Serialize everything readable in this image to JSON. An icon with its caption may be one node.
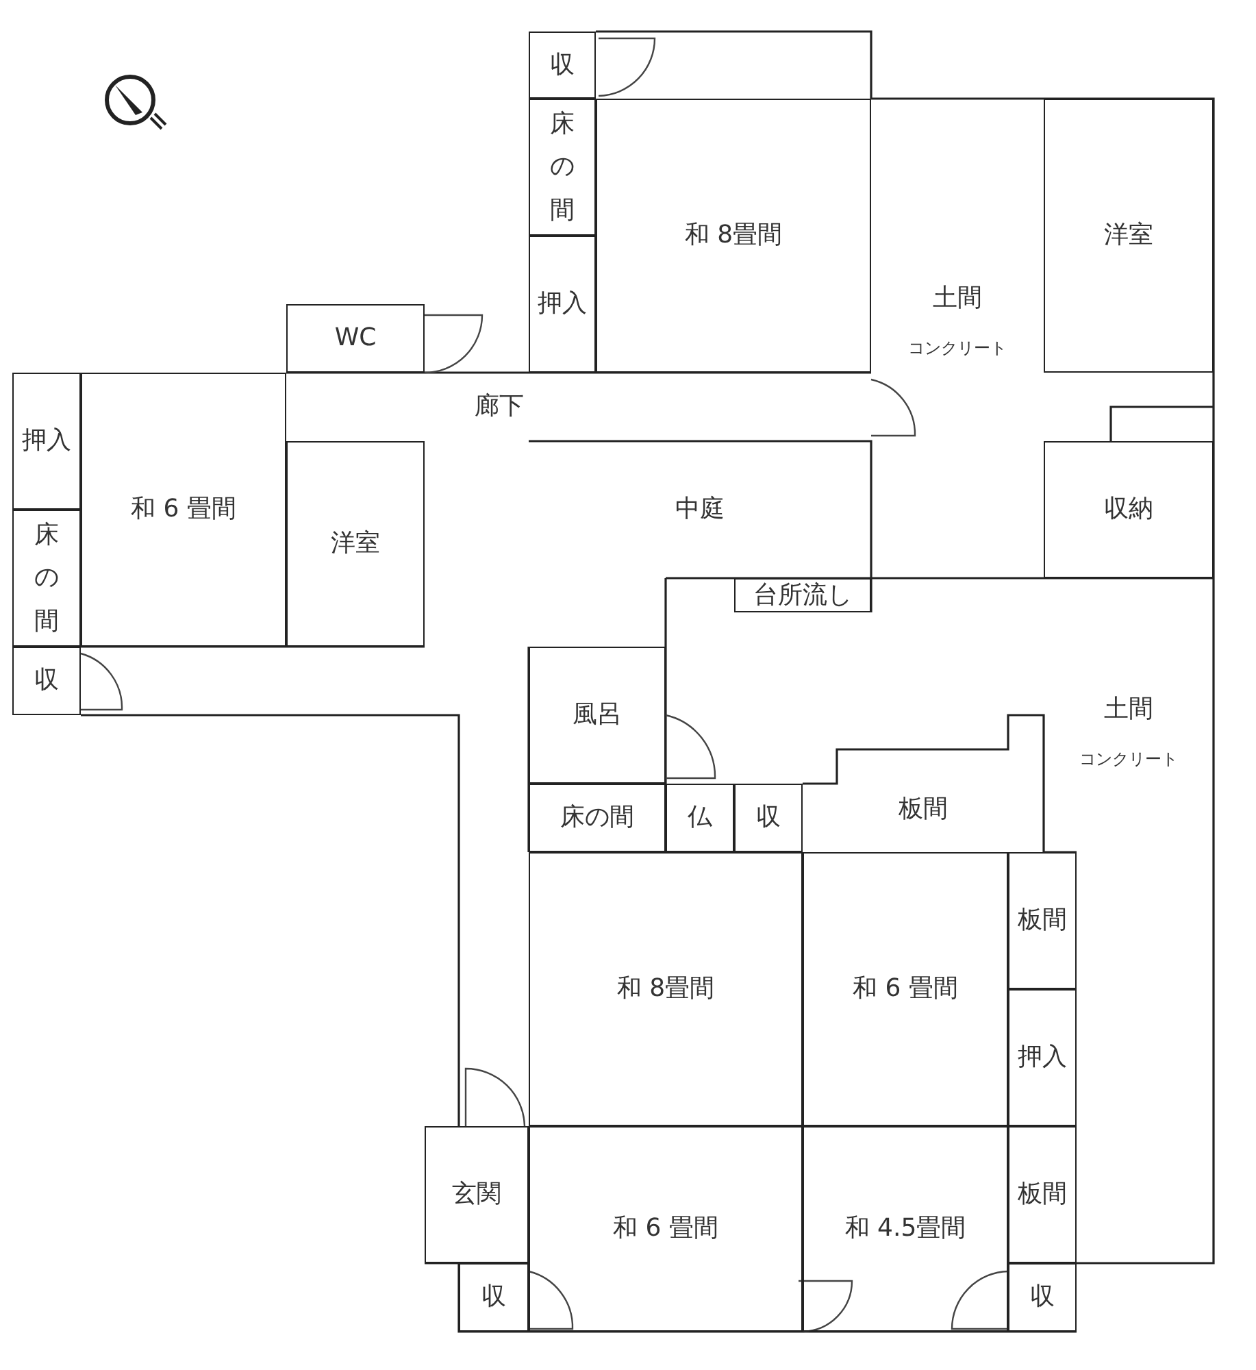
{
  "diagram": {
    "nodes": [
      {
        "text": [
          "収"
        ]
      },
      {
        "text": [
          "床の間"
        ]
      },
      {
        "text": [
          "押入"
        ]
      },
      {
        "text": [
          "和 8畳間"
        ]
      },
      {
        "text": [
          "土間",
          "コンクリート"
        ]
      },
      {
        "text": [
          "洋室"
        ]
      },
      {
        "text": [
          "WC"
        ]
      },
      {
        "text": [
          "廊下"
        ]
      },
      {
        "text": [
          "押入"
        ]
      },
      {
        "text": [
          "床の間"
        ]
      },
      {
        "text": [
          "和 6 畳間"
        ]
      },
      {
        "text": [
          "洋室"
        ]
      },
      {
        "text": [
          "収"
        ]
      },
      {
        "text": [
          "中庭"
        ]
      },
      {
        "text": [
          "台所流し"
        ]
      },
      {
        "text": [
          "収納"
        ]
      },
      {
        "text": [
          "風呂"
        ]
      },
      {
        "text": [
          "土間",
          "コンクリート"
        ]
      },
      {
        "text": [
          "床の間"
        ]
      },
      {
        "text": [
          "仏"
        ]
      },
      {
        "text": [
          "収"
        ]
      },
      {
        "text": [
          "板間"
        ]
      },
      {
        "text": [
          "和 8畳間"
        ]
      },
      {
        "text": [
          "和 6 畳間"
        ]
      },
      {
        "text": [
          "板間"
        ]
      },
      {
        "text": [
          "押入"
        ]
      },
      {
        "text": [
          "玄関"
        ]
      },
      {
        "text": [
          "和 6 畳間"
        ]
      },
      {
        "text": [
          "和 4.5畳間"
        ]
      },
      {
        "text": [
          "板間"
        ]
      },
      {
        "text": [
          "収"
        ]
      },
      {
        "text": [
          "収"
        ]
      }
    ]
  }
}
